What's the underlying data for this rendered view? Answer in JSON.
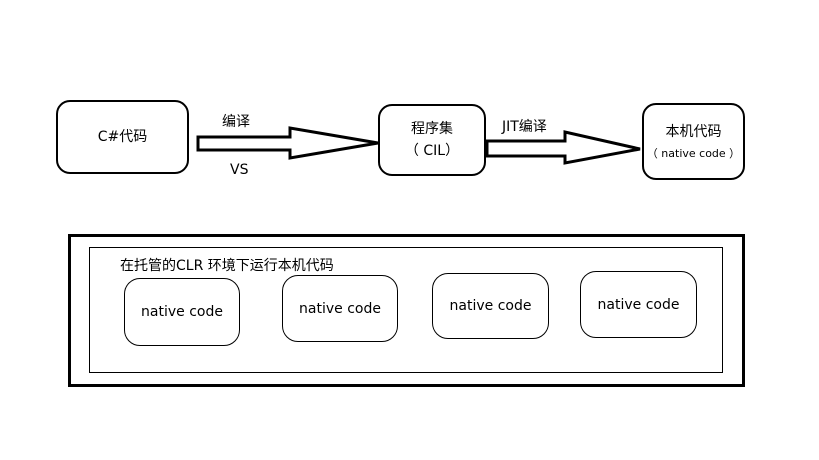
{
  "flow": {
    "source": {
      "label": "C#代码"
    },
    "compile_label": "编译",
    "compile_sub_label": "VS",
    "assembly": {
      "line1": "程序集",
      "line2": "（ CIL）"
    },
    "jit_label": "JIT编译",
    "native": {
      "line1": "本机代码",
      "line2": "（ native code ）"
    }
  },
  "runtime": {
    "title": "在托管的CLR 环境下运行本机代码",
    "items": [
      "native code",
      "native code",
      "native code",
      "native code"
    ]
  }
}
